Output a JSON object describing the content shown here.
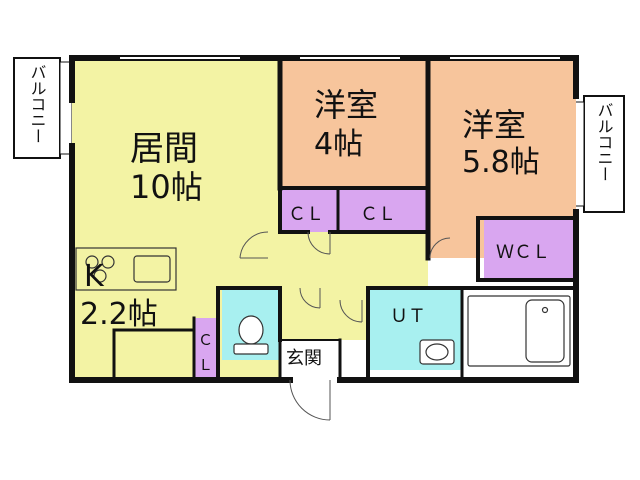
{
  "plan": {
    "colors": {
      "living": "#f3f3a4",
      "bedroom": "#f7c59c",
      "closet": "#d9a6f0",
      "wet": "#a8f0f0",
      "wall": "#111111"
    },
    "rooms": {
      "living_label": "居間",
      "living_size": "10帖",
      "kitchen_label": "K",
      "kitchen_size": "2.2帖",
      "bedroom1_label": "洋室",
      "bedroom1_size": "4帖",
      "bedroom2_label": "洋室",
      "bedroom2_size": "5.8帖",
      "closet1": "ＣＬ",
      "closet2": "ＣＬ",
      "wcl": "ＷＣＬ",
      "closet_small_1": "Ｃ",
      "closet_small_2": "Ｌ",
      "utility": "ＵＴ",
      "entrance": "玄関",
      "balcony_left": "バルコニー",
      "balcony_right": "バルコニー"
    }
  }
}
